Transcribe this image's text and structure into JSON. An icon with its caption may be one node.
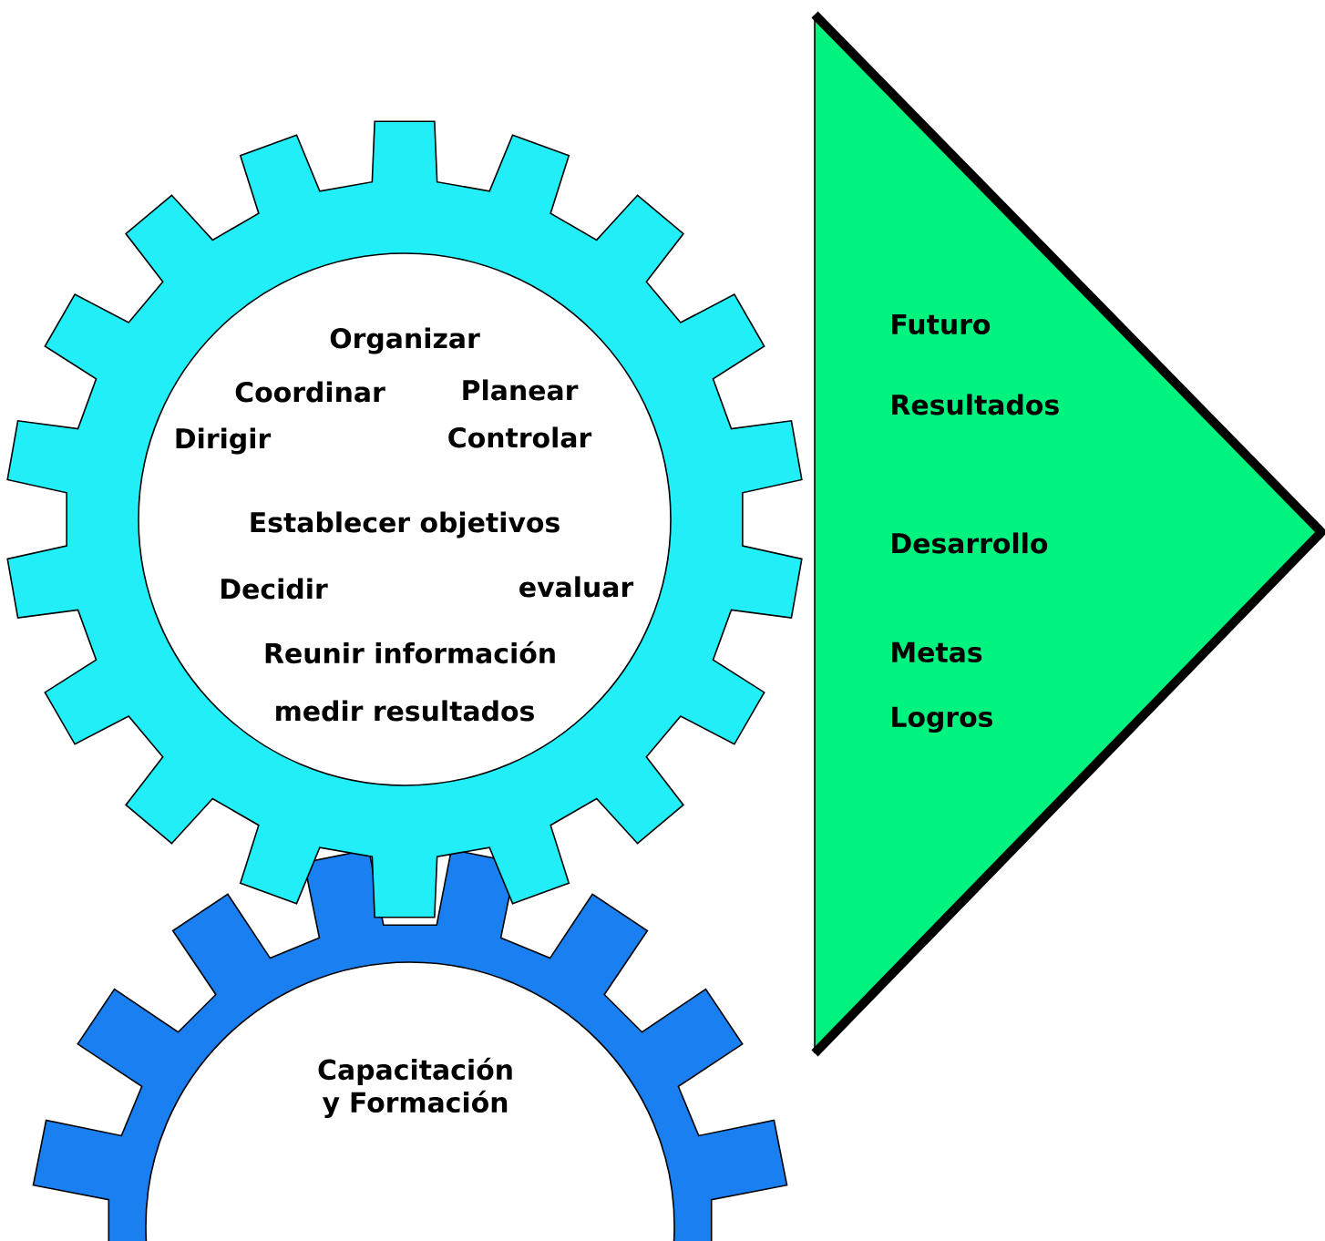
{
  "diagram": {
    "nodes": [
      {
        "text": [
          "Organizar",
          "Coordinar",
          "Planear",
          "Dirigir",
          "Controlar",
          "Establecer objetivos",
          "Decidir",
          "evaluar",
          "Reunir información",
          "medir resultados"
        ]
      },
      {
        "text": [
          "Capacitación y Formación"
        ]
      },
      {
        "text": [
          "Futuro",
          "Resultados",
          "Desarrollo",
          "Metas",
          "Logros"
        ]
      }
    ]
  }
}
